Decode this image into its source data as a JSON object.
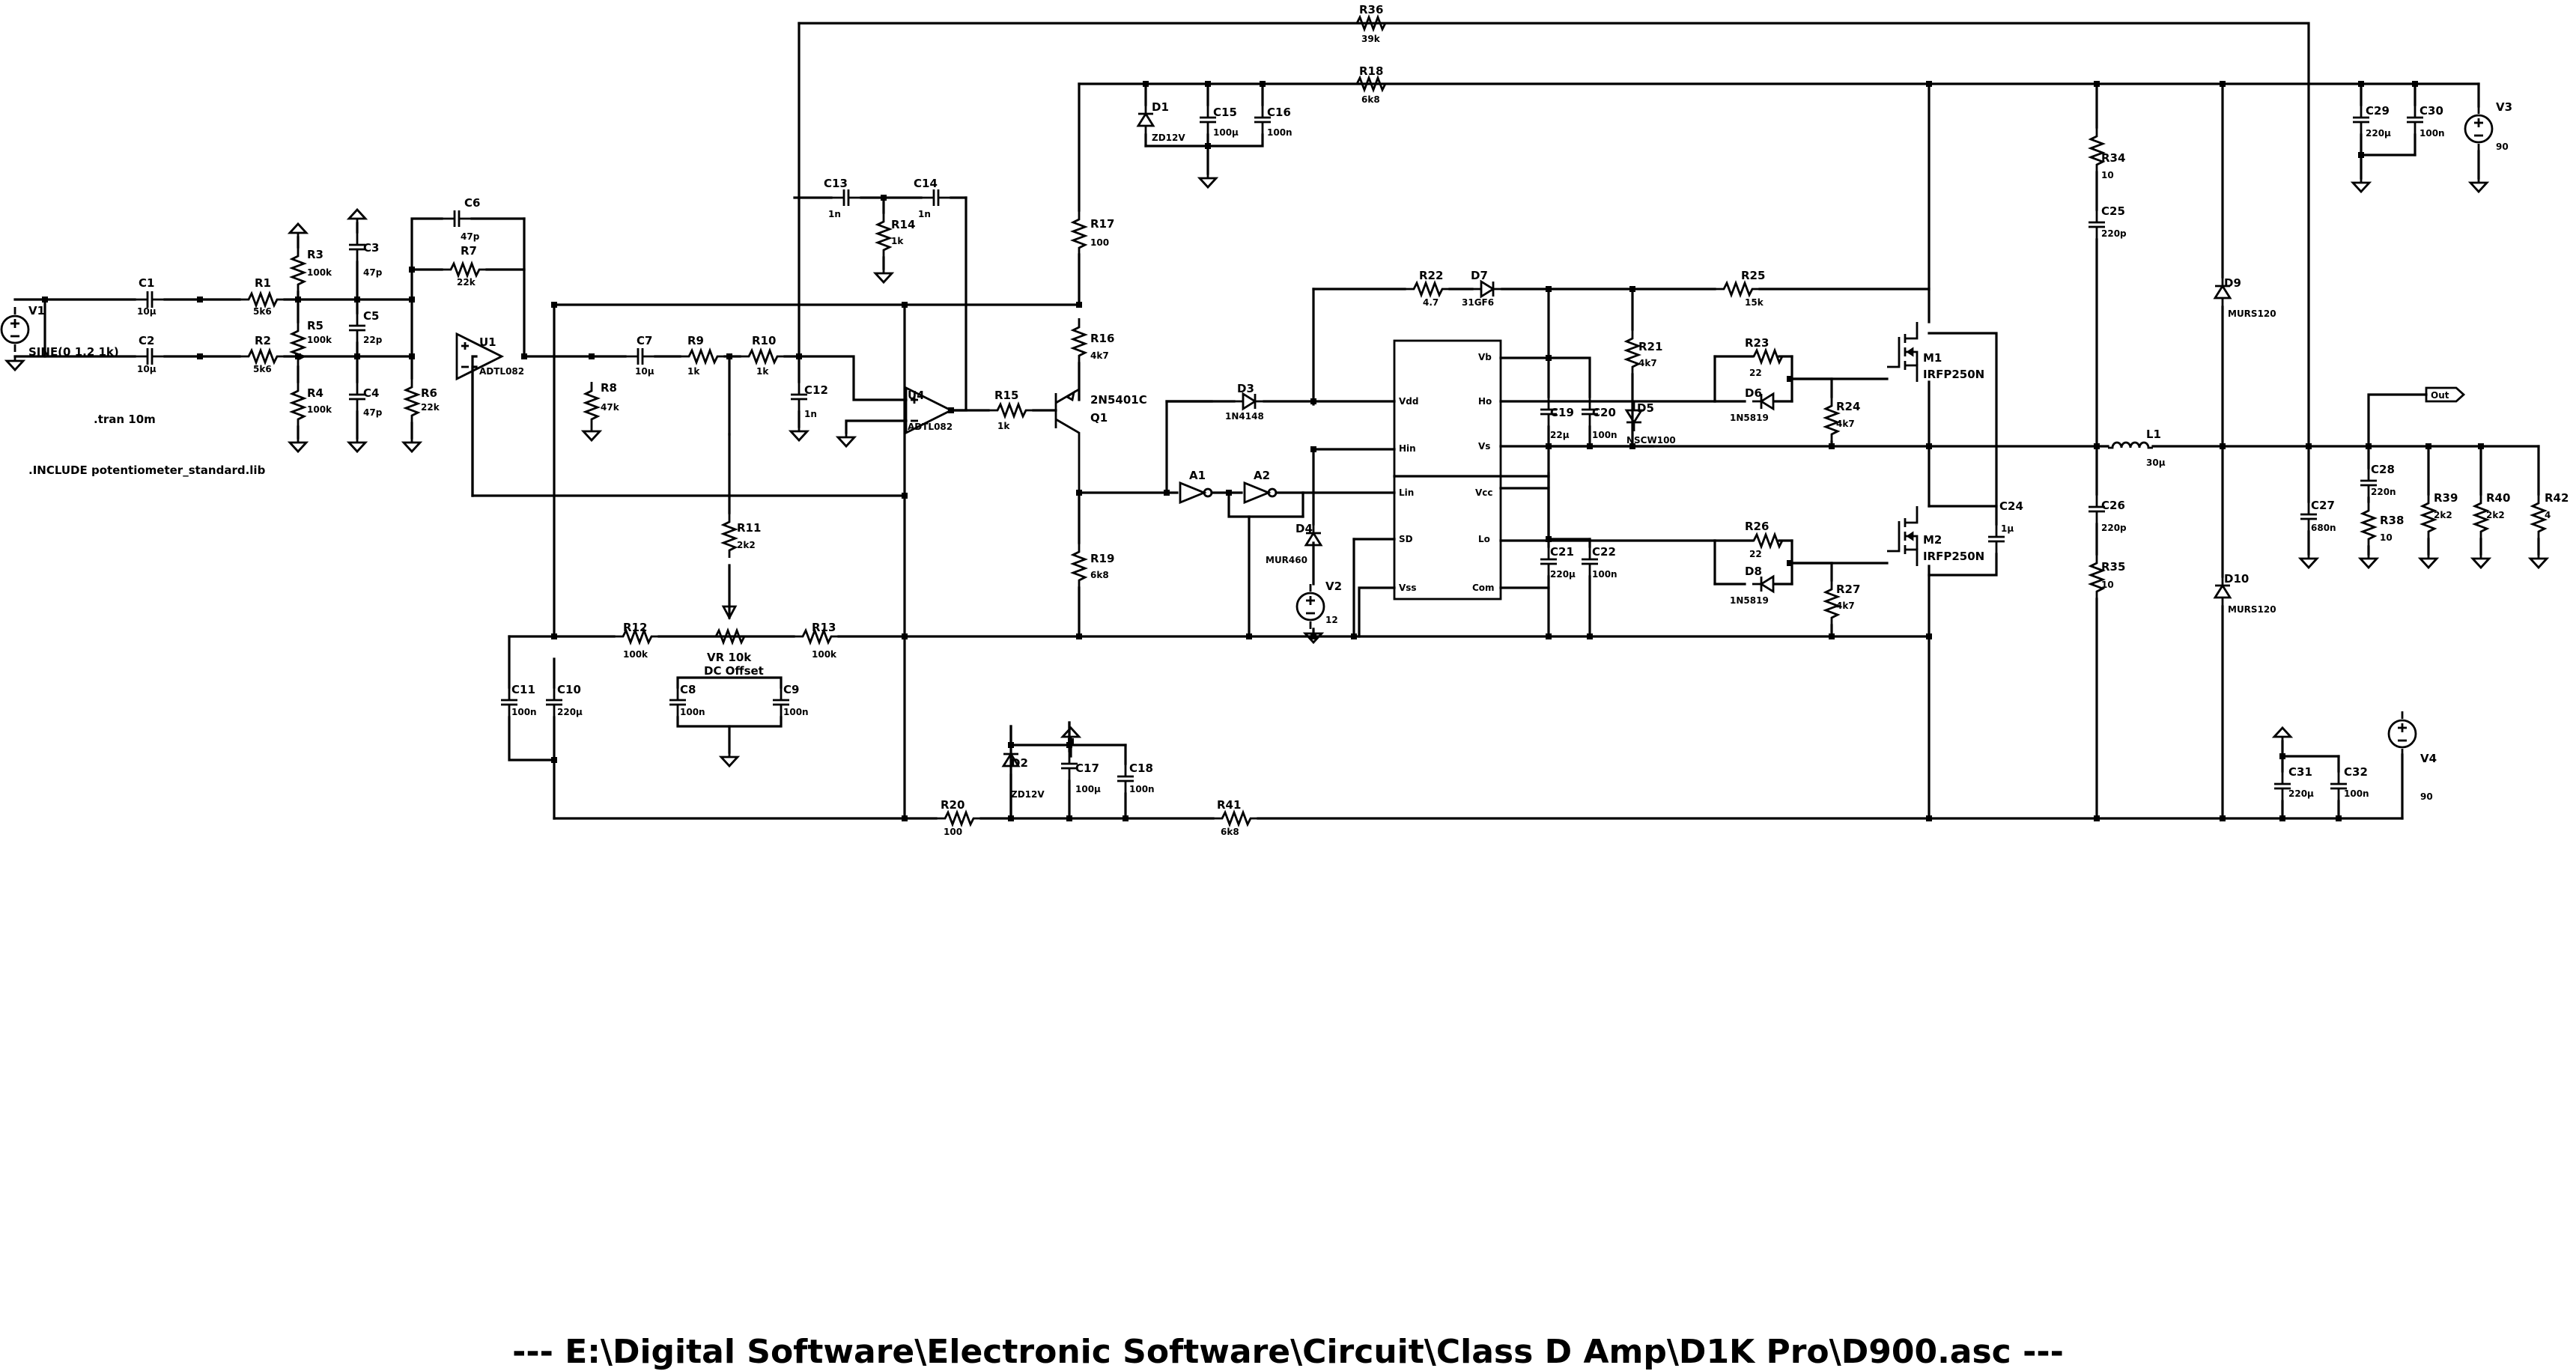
{
  "file_path": "---  E:\\Digital Software\\Electronic Software\\Circuit\\Class D Amp\\D1K Pro\\D900.asc  ---",
  "directives": [
    ".tran 10m",
    ".INCLUDE potentiometer_standard.lib"
  ],
  "components": {
    "V1": {
      "ref": "V1",
      "value": "SINE(0 1.2 1k)"
    },
    "V2": {
      "ref": "V2",
      "value": "12"
    },
    "V3": {
      "ref": "V3",
      "value": "90"
    },
    "V4": {
      "ref": "V4",
      "value": "90"
    },
    "C1": {
      "ref": "C1",
      "value": "10µ"
    },
    "C2": {
      "ref": "C2",
      "value": "10µ"
    },
    "C3": {
      "ref": "C3",
      "value": "47p"
    },
    "C4": {
      "ref": "C4",
      "value": "47p"
    },
    "C5": {
      "ref": "C5",
      "value": "22p"
    },
    "C6": {
      "ref": "C6",
      "value": "47p"
    },
    "C7": {
      "ref": "C7",
      "value": "10µ"
    },
    "C8": {
      "ref": "C8",
      "value": "100n"
    },
    "C9": {
      "ref": "C9",
      "value": "100n"
    },
    "C10": {
      "ref": "C10",
      "value": "220µ"
    },
    "C11": {
      "ref": "C11",
      "value": "100n"
    },
    "C12": {
      "ref": "C12",
      "value": "1n"
    },
    "C13": {
      "ref": "C13",
      "value": "1n"
    },
    "C14": {
      "ref": "C14",
      "value": "1n"
    },
    "C15": {
      "ref": "C15",
      "value": "100µ"
    },
    "C16": {
      "ref": "C16",
      "value": "100n"
    },
    "C17": {
      "ref": "C17",
      "value": "100µ"
    },
    "C18": {
      "ref": "C18",
      "value": "100n"
    },
    "C19": {
      "ref": "C19",
      "value": "22µ"
    },
    "C20": {
      "ref": "C20",
      "value": "100n"
    },
    "C21": {
      "ref": "C21",
      "value": "220µ"
    },
    "C22": {
      "ref": "C22",
      "value": "100n"
    },
    "C24": {
      "ref": "C24",
      "value": "1µ"
    },
    "C25": {
      "ref": "C25",
      "value": "220p"
    },
    "C26": {
      "ref": "C26",
      "value": "220p"
    },
    "C27": {
      "ref": "C27",
      "value": "680n"
    },
    "C28": {
      "ref": "C28",
      "value": "220n"
    },
    "C29": {
      "ref": "C29",
      "value": "220µ"
    },
    "C30": {
      "ref": "C30",
      "value": "100n"
    },
    "C31": {
      "ref": "C31",
      "value": "220µ"
    },
    "C32": {
      "ref": "C32",
      "value": "100n"
    },
    "R1": {
      "ref": "R1",
      "value": "5k6"
    },
    "R2": {
      "ref": "R2",
      "value": "5k6"
    },
    "R3": {
      "ref": "R3",
      "value": "100k"
    },
    "R4": {
      "ref": "R4",
      "value": "100k"
    },
    "R5": {
      "ref": "R5",
      "value": "100k"
    },
    "R6": {
      "ref": "R6",
      "value": "22k"
    },
    "R7": {
      "ref": "R7",
      "value": "22k"
    },
    "R8": {
      "ref": "R8",
      "value": "47k"
    },
    "R9": {
      "ref": "R9",
      "value": "1k"
    },
    "R10": {
      "ref": "R10",
      "value": "1k"
    },
    "R11": {
      "ref": "R11",
      "value": "2k2"
    },
    "R12": {
      "ref": "R12",
      "value": "100k"
    },
    "R13": {
      "ref": "R13",
      "value": "100k"
    },
    "R14": {
      "ref": "R14",
      "value": "1k"
    },
    "R15": {
      "ref": "R15",
      "value": "1k"
    },
    "R16": {
      "ref": "R16",
      "value": "4k7"
    },
    "R17": {
      "ref": "R17",
      "value": "100"
    },
    "R18": {
      "ref": "R18",
      "value": "6k8"
    },
    "R19": {
      "ref": "R19",
      "value": "6k8"
    },
    "R20": {
      "ref": "R20",
      "value": "100"
    },
    "R21": {
      "ref": "R21",
      "value": "4k7"
    },
    "R22": {
      "ref": "R22",
      "value": "4.7"
    },
    "R23": {
      "ref": "R23",
      "value": "22"
    },
    "R24": {
      "ref": "R24",
      "value": "4k7"
    },
    "R25": {
      "ref": "R25",
      "value": "15k"
    },
    "R26": {
      "ref": "R26",
      "value": "22"
    },
    "R27": {
      "ref": "R27",
      "value": "4k7"
    },
    "R34": {
      "ref": "R34",
      "value": "10"
    },
    "R35": {
      "ref": "R35",
      "value": "10"
    },
    "R36": {
      "ref": "R36",
      "value": "39k"
    },
    "R38": {
      "ref": "R38",
      "value": "10"
    },
    "R39": {
      "ref": "R39",
      "value": "2k2"
    },
    "R40": {
      "ref": "R40",
      "value": "2k2"
    },
    "R41": {
      "ref": "R41",
      "value": "6k8"
    },
    "R42": {
      "ref": "R42",
      "value": "4"
    },
    "D1": {
      "ref": "D1",
      "value": "ZD12V"
    },
    "D2": {
      "ref": "D2",
      "value": "ZD12V"
    },
    "D3": {
      "ref": "D3",
      "value": "1N4148"
    },
    "D4": {
      "ref": "D4",
      "value": "MUR460"
    },
    "D5": {
      "ref": "D5",
      "value": "NSCW100"
    },
    "D6": {
      "ref": "D6",
      "value": "1N5819"
    },
    "D7": {
      "ref": "D7",
      "value": "31GF6"
    },
    "D8": {
      "ref": "D8",
      "value": "1N5819"
    },
    "D9": {
      "ref": "D9",
      "value": "MURS120"
    },
    "D10": {
      "ref": "D10",
      "value": "MURS120"
    },
    "U1": {
      "ref": "U1",
      "value": "ADTL082"
    },
    "U4": {
      "ref": "U4",
      "value": "ADTL082"
    },
    "Q1": {
      "ref": "Q1",
      "value": "2N5401C"
    },
    "M1": {
      "ref": "M1",
      "value": "IRFP250N"
    },
    "M2": {
      "ref": "M2",
      "value": "IRFP250N"
    },
    "L1": {
      "ref": "L1",
      "value": "30µ"
    },
    "A1": {
      "ref": "A1"
    },
    "A2": {
      "ref": "A2"
    },
    "VR": {
      "value": "VR 10k",
      "label": "DC Offset"
    }
  },
  "driver_ic": {
    "pins_left": [
      "Vdd",
      "Hin",
      "Lin",
      "SD",
      "Vss"
    ],
    "pins_right": [
      "Vb",
      "Ho",
      "Vs",
      "Vcc",
      "Lo",
      "Com"
    ]
  },
  "net_labels": {
    "out": "Out"
  }
}
